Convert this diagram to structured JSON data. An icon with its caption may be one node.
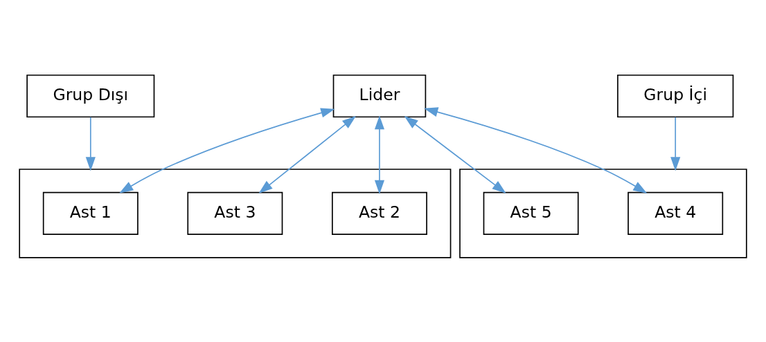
{
  "diagram": {
    "nodes": [
      {
        "text": [
          "Grup Dışı"
        ]
      },
      {
        "text": [
          "Lider"
        ]
      },
      {
        "text": [
          "Grup İçi"
        ]
      },
      {
        "text": [],
        "shape": "box"
      },
      {
        "text": [
          "Ast 1"
        ],
        "in": 3
      },
      {
        "text": [
          "Ast 2"
        ],
        "in": 3
      },
      {
        "text": [
          "Ast 3"
        ],
        "in": 3
      },
      {
        "text": [],
        "shape": "box"
      },
      {
        "text": [
          "Ast 4"
        ],
        "in": 7
      },
      {
        "text": [
          "Ast 5"
        ],
        "in": 7
      }
    ],
    "edges": [
      {
        "from": 0,
        "to": 3,
        "arrow": "to",
        "color": "#5b9bd5"
      },
      {
        "from": 1,
        "to": 4,
        "arrow": "both",
        "color": "#5b9bd5"
      },
      {
        "from": 1,
        "to": 5,
        "arrow": "both",
        "color": "#5b9bd5"
      },
      {
        "from": 1,
        "to": 6,
        "arrow": "both",
        "color": "#5b9bd5"
      },
      {
        "from": 1,
        "to": 8,
        "arrow": "both",
        "color": "#5b9bd5"
      },
      {
        "from": 1,
        "to": 9,
        "arrow": "both",
        "color": "#5b9bd5"
      },
      {
        "from": 2,
        "to": 7,
        "arrow": "to",
        "color": "#5b9bd5"
      }
    ]
  }
}
